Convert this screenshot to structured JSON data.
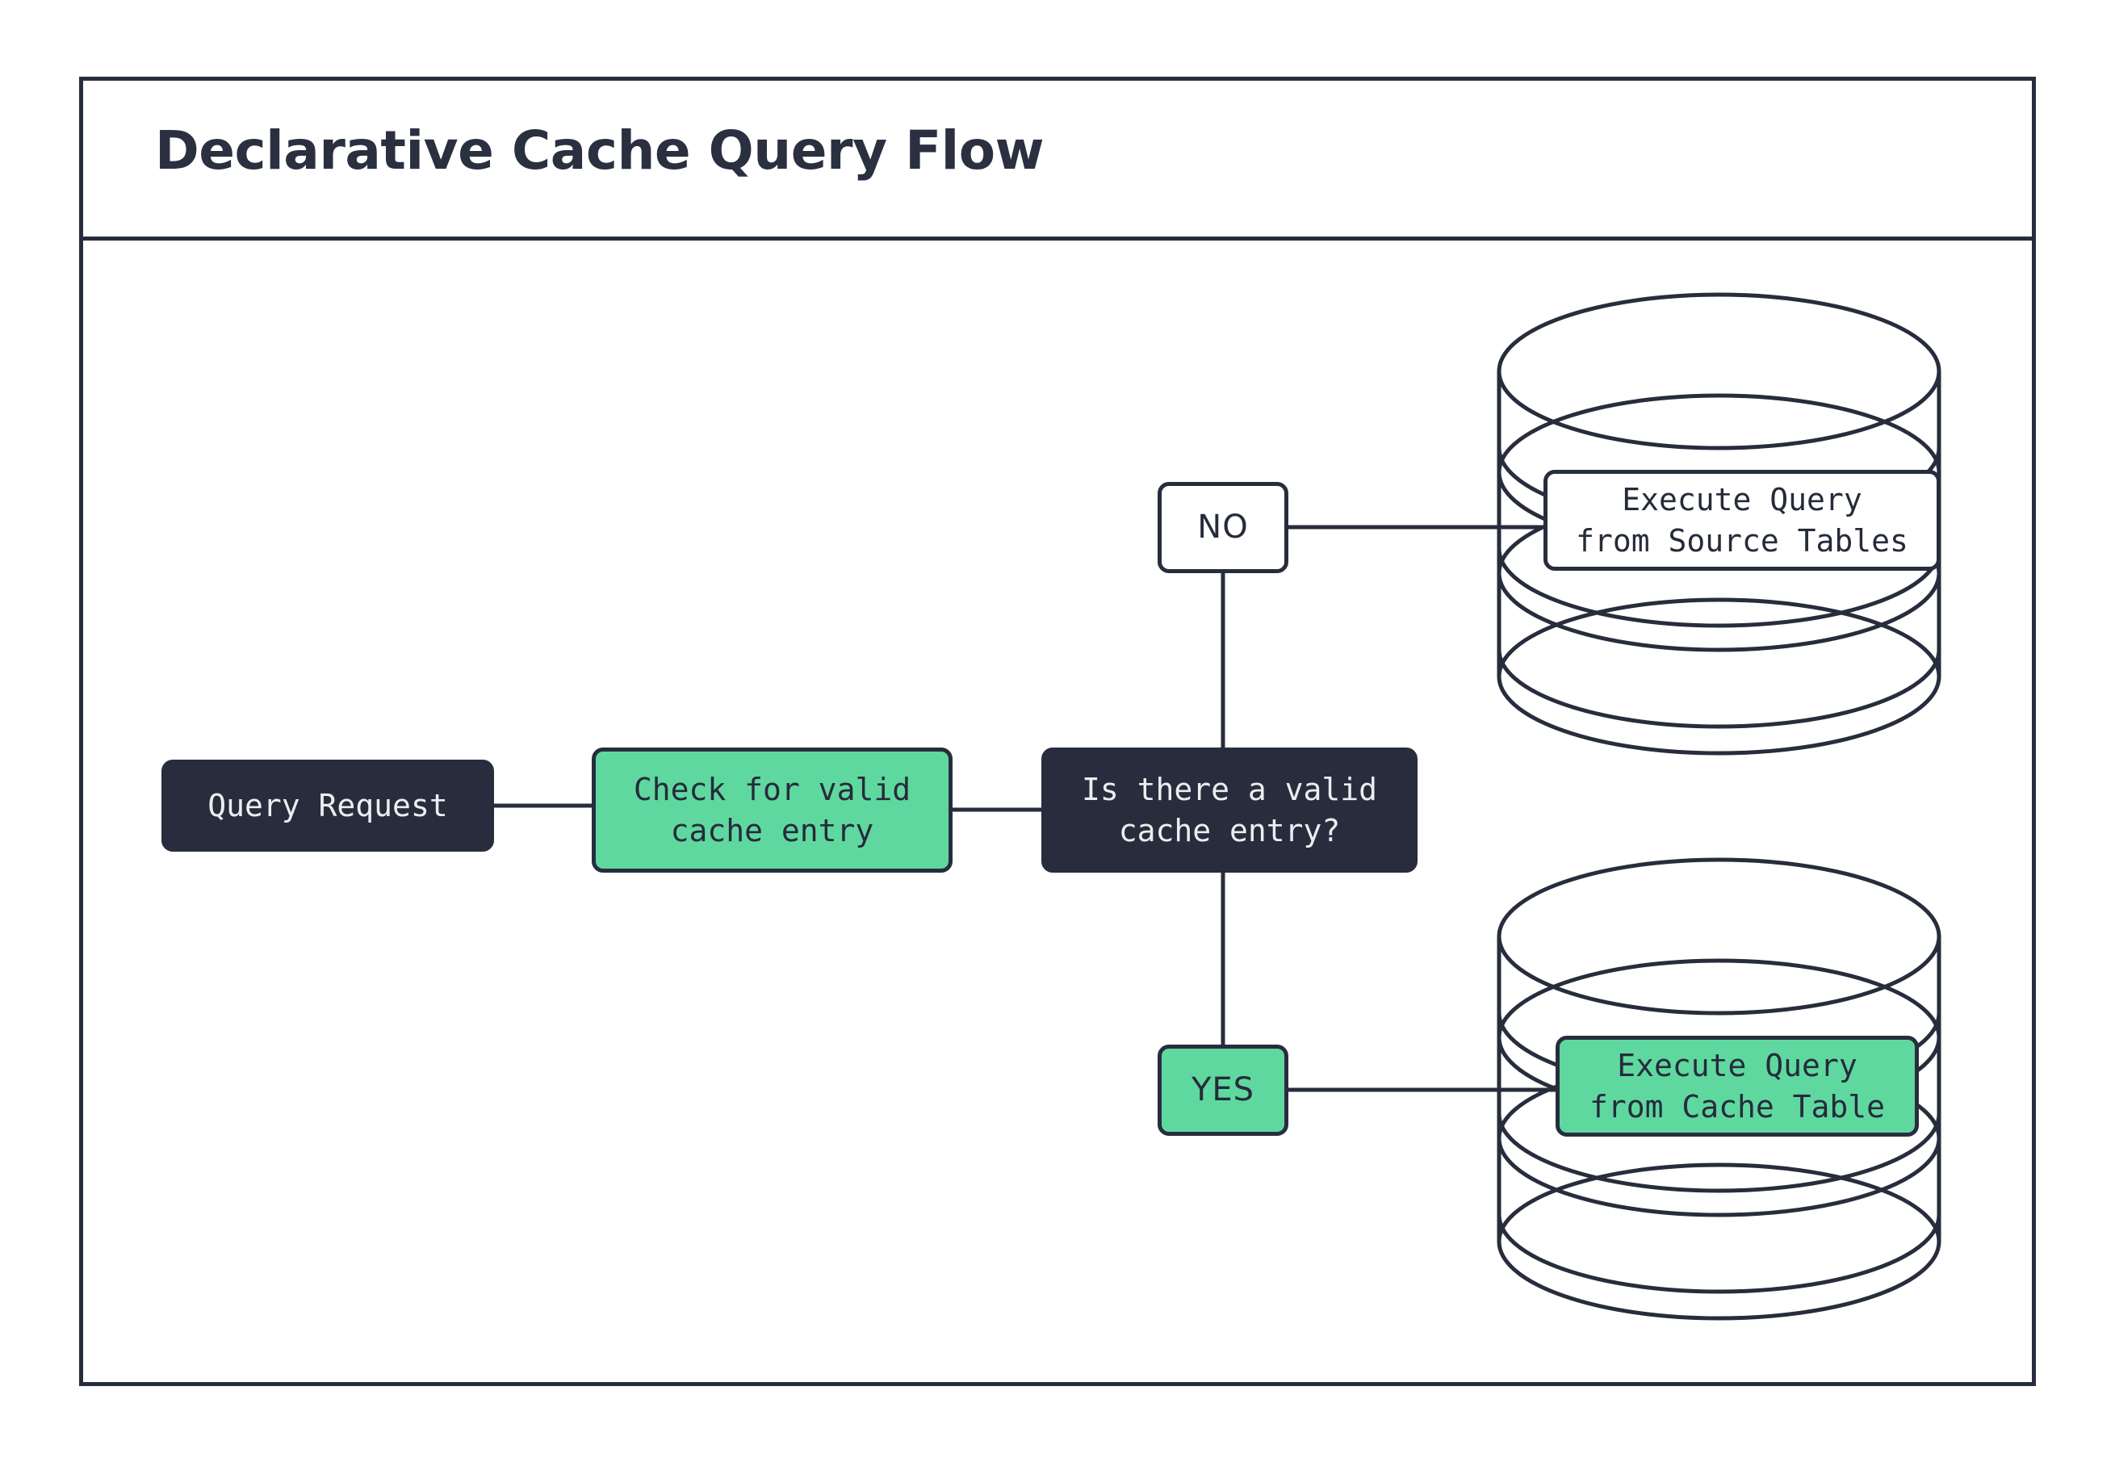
{
  "diagram": {
    "title": "Declarative Cache Query Flow",
    "type": "flowchart",
    "colors": {
      "dark": "#282D3D",
      "green": "#5FD8A0",
      "white": "#FFFFFF",
      "stroke": "#282D3D",
      "background": "#FFFFFF"
    },
    "nodes": [
      {
        "id": "query-request",
        "label": "Query Request",
        "shape": "rounded-rect",
        "style": "dark"
      },
      {
        "id": "check-cache",
        "label": "Check for valid\ncache entry",
        "shape": "rounded-rect",
        "style": "green"
      },
      {
        "id": "decision",
        "label": "Is there a valid\ncache entry?",
        "shape": "rounded-rect",
        "style": "dark"
      },
      {
        "id": "no-label",
        "label": "NO",
        "shape": "rounded-rect",
        "style": "white"
      },
      {
        "id": "yes-label",
        "label": "YES",
        "shape": "rounded-rect",
        "style": "green"
      },
      {
        "id": "exec-source",
        "label": "Execute Query\nfrom Source Tables",
        "shape": "rounded-rect",
        "style": "white",
        "container": "source-tables-database"
      },
      {
        "id": "exec-cache",
        "label": "Execute Query\nfrom Cache Table",
        "shape": "rounded-rect",
        "style": "green",
        "container": "cache-table-database"
      }
    ],
    "containers": [
      {
        "id": "source-tables-database",
        "shape": "cylinder",
        "label": ""
      },
      {
        "id": "cache-table-database",
        "shape": "cylinder",
        "label": ""
      }
    ],
    "edges": [
      {
        "from": "query-request",
        "to": "check-cache",
        "label": ""
      },
      {
        "from": "check-cache",
        "to": "decision",
        "label": ""
      },
      {
        "from": "decision",
        "to": "no-label",
        "label": "NO"
      },
      {
        "from": "no-label",
        "to": "exec-source",
        "label": ""
      },
      {
        "from": "decision",
        "to": "yes-label",
        "label": "YES"
      },
      {
        "from": "yes-label",
        "to": "exec-cache",
        "label": ""
      }
    ]
  }
}
